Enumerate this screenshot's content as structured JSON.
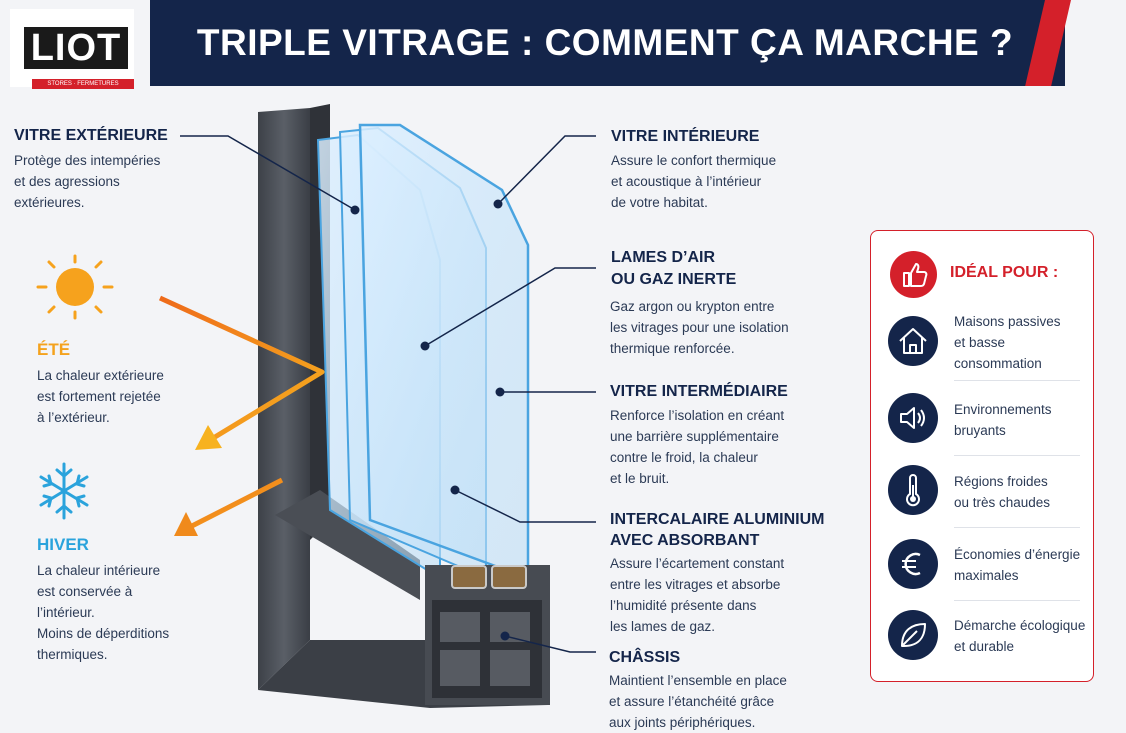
{
  "header": {
    "title": "TRIPLE VITRAGE : COMMENT ÇA MARCHE ?",
    "logo": {
      "brand": "LIOT",
      "tagline": "STORES · FERMETURES"
    }
  },
  "labels": {
    "vitre_exterieure": {
      "title": "VITRE EXTÉRIEURE",
      "desc": "Protège des intempéries\net des agressions\nextérieures."
    },
    "vitre_interieure": {
      "title": "VITRE INTÉRIEURE",
      "desc": "Assure le confort thermique\net acoustique à l’intérieur\nde votre habitat."
    },
    "lames_air": {
      "title_line1": "LAMES D’AIR",
      "title_line2": "OU GAZ INERTE",
      "desc": "Gaz argon ou krypton entre\nles vitrages pour une isolation\nthermique renforcée."
    },
    "vitre_intermediaire": {
      "title": "VITRE INTERMÉDIAIRE",
      "desc": "Renforce l’isolation en créant\nune barrière supplémentaire\ncontre le froid, la chaleur\net le bruit."
    },
    "intercalaire": {
      "title_line1": "INTERCALAIRE ALUMINIUM",
      "title_line2": "AVEC ABSORBANT",
      "desc": "Assure l’écartement constant\nentre les vitrages et absorbe\nl’humidité présente dans\nles lames de gaz."
    },
    "chassis": {
      "title": "CHÂSSIS",
      "desc": "Maintient l’ensemble en place\net assure l’étanchéité grâce\naux joints périphériques."
    }
  },
  "seasons": {
    "ete": {
      "title": "ÉTÉ",
      "desc": "La chaleur extérieure\nest fortement rejetée\nà l’extérieur.",
      "color": "#f4a21d",
      "icon": "sun-icon"
    },
    "hiver": {
      "title": "HIVER",
      "desc": "La chaleur intérieure\nest conservée à\nl’intérieur.\nMoins de déperditions\nthermiques.",
      "color": "#2aa3dc",
      "icon": "snowflake-icon"
    }
  },
  "ideal": {
    "title": "IDÉAL POUR :",
    "icon": "thumbs-up-icon",
    "items": [
      {
        "text": "Maisons passives\net basse\nconsommation",
        "icon": "house-icon"
      },
      {
        "text": "Environnements\nbruyants",
        "icon": "speaker-icon"
      },
      {
        "text": "Régions froides\nou très chaudes",
        "icon": "thermometer-icon"
      },
      {
        "text": "Économies d’énergie\nmaximales",
        "icon": "euro-icon"
      },
      {
        "text": "Démarche écologique\net durable",
        "icon": "leaf-icon"
      }
    ]
  },
  "colors": {
    "navy": "#14254a",
    "red": "#d4202a",
    "orange": "#f08a1c",
    "glass": "#5fb2e6",
    "frame": "#4b4f56"
  }
}
